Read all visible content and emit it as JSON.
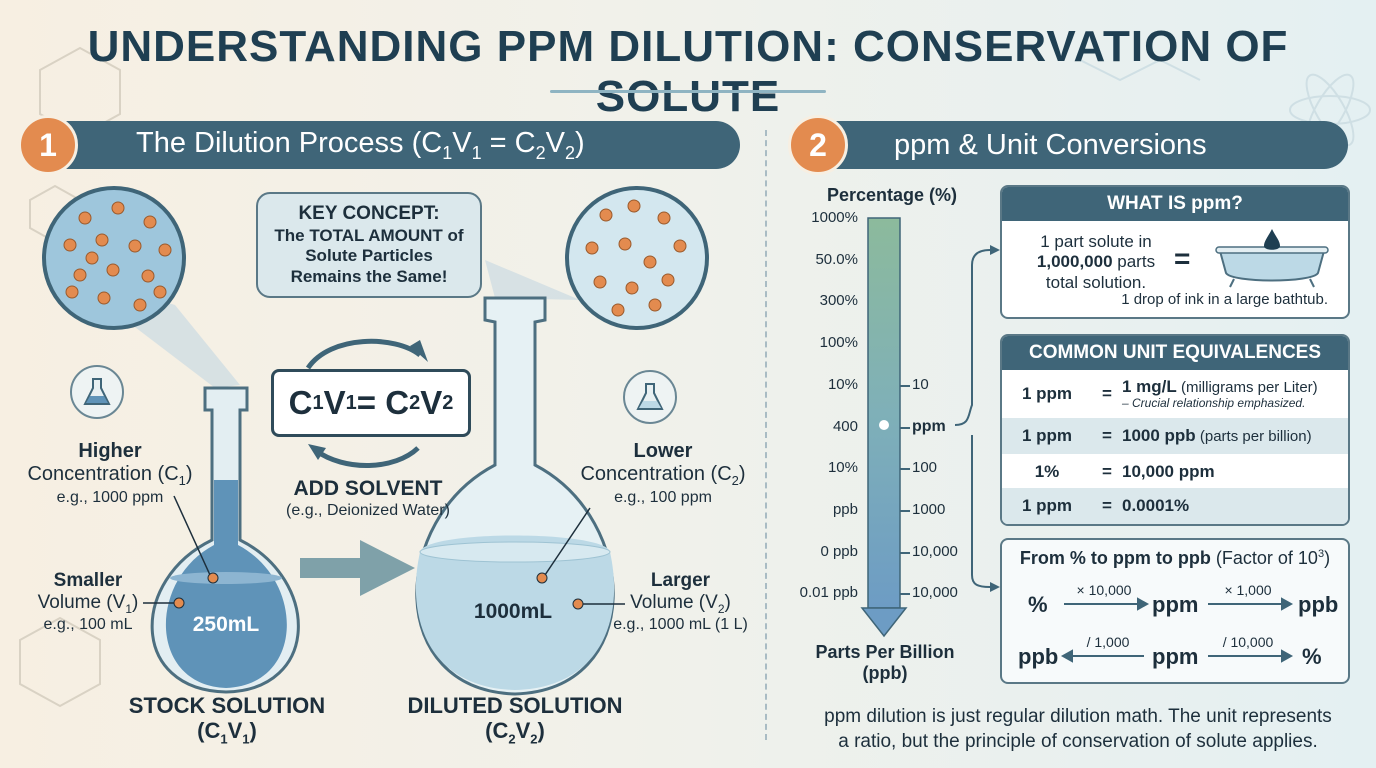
{
  "title": "UNDERSTANDING PPM DILUTION: CONSERVATION OF SOLUTE",
  "colors": {
    "accent": "#e38b4f",
    "banner": "#3f6578",
    "liquid_dark": "#5f93b8",
    "liquid_light": "#bcd9e6",
    "particle": "#e38b4f"
  },
  "left": {
    "section_number": "1",
    "section_title_main": "The Dilution Process (C",
    "section_title_sub1": "1",
    "section_title_mid1": "V",
    "section_title_sub2": "1",
    "section_title_mid2": " = C",
    "section_title_sub3": "2",
    "section_title_mid3": "V",
    "section_title_sub4": "2",
    "section_title_end": ")",
    "key_concept": {
      "line1": "KEY CONCEPT:",
      "line2": "The TOTAL AMOUNT of",
      "line3": "Solute Particles",
      "line4": "Remains the Same!"
    },
    "equation": {
      "c": "C",
      "s1": "1",
      "v": "V",
      "s2": "1",
      "eq": " = C",
      "s3": "2",
      "v2": "V",
      "s4": "2"
    },
    "add_solvent": "ADD SOLVENT",
    "add_solvent_sub": "(e.g., Deionized Water)",
    "stock": {
      "conc_title": "Higher",
      "conc_label": "Concentration (C",
      "conc_sub": "1",
      "conc_close": ")",
      "conc_example": "e.g., 1000 ppm",
      "vol_title": "Smaller",
      "vol_label": "Volume (V",
      "vol_sub": "1",
      "vol_close": ")",
      "vol_example": "e.g., 100 mL",
      "flask_label": "250mL",
      "name": "STOCK SOLUTION",
      "formula_a": "(C",
      "formula_s1": "1",
      "formula_b": "V",
      "formula_s2": "1",
      "formula_c": ")"
    },
    "diluted": {
      "conc_title": "Lower",
      "conc_label": "Concentration (C",
      "conc_sub": "2",
      "conc_close": ")",
      "conc_example": "e.g., 100 ppm",
      "vol_title": "Larger",
      "vol_label": "Volume (V",
      "vol_sub": "2",
      "vol_close": ")",
      "vol_example": "e.g., 1000 mL (1 L)",
      "flask_label": "1000mL",
      "name": "DILUTED SOLUTION",
      "formula_a": "(C",
      "formula_s1": "2",
      "formula_b": "V",
      "formula_s2": "2",
      "formula_c": ")"
    }
  },
  "right": {
    "section_number": "2",
    "section_title": "ppm & Unit Conversions",
    "scale": {
      "title": "Percentage (%)",
      "left_ticks": [
        "1000%",
        "50.0%",
        "300%",
        "100%",
        "10%",
        "400",
        "10%",
        "ppb",
        "0 ppb",
        "0.01 ppb"
      ],
      "right_ticks": [
        "",
        "",
        "",
        "",
        "10",
        "ppm",
        "100",
        "1000",
        "10,000",
        "10,000"
      ],
      "bottom_line1": "Parts Per Billion",
      "bottom_line2": "(ppb)"
    },
    "what_is": {
      "head": "WHAT IS ppm?",
      "line1": "1 part solute in",
      "line2": "1,000,000",
      "line2b": " parts",
      "line3": "total solution.",
      "equals": "=",
      "caption": "1 drop of ink in a large bathtub."
    },
    "equivalences": {
      "head": "COMMON UNIT EQUIVALENCES",
      "rows": [
        {
          "left": "1 ppm",
          "eq": "=",
          "right_bold": "1 mg/L",
          "right": " (milligrams per Liter)",
          "note": "– Crucial relationship emphasized."
        },
        {
          "left": "1 ppm",
          "eq": "=",
          "right_bold": "1000 ppb",
          "right": " (parts per billion)",
          "note": ""
        },
        {
          "left": "1%",
          "eq": "=",
          "right_bold": "10,000 ppm",
          "right": "",
          "note": ""
        },
        {
          "left": "1 ppm",
          "eq": "=",
          "right_bold": "0.0001%",
          "right": "",
          "note": ""
        }
      ]
    },
    "factor": {
      "title_bold": "From % to ppm to ppb",
      "title_rest": " (Factor of 10",
      "title_sup": "3",
      "title_close": ")",
      "row1": {
        "a": "%",
        "op1": "× 10,000",
        "b": "ppm",
        "op2": "× 1,000",
        "c": "ppb"
      },
      "row2": {
        "a": "ppb",
        "op1": "/ 1,000",
        "b": "ppm",
        "op2": "/ 10,000",
        "c": "%"
      }
    },
    "footer_line1": "ppm dilution is just regular dilution math. The unit represents",
    "footer_line2": "a ratio, but the principle of conservation of solute applies."
  }
}
